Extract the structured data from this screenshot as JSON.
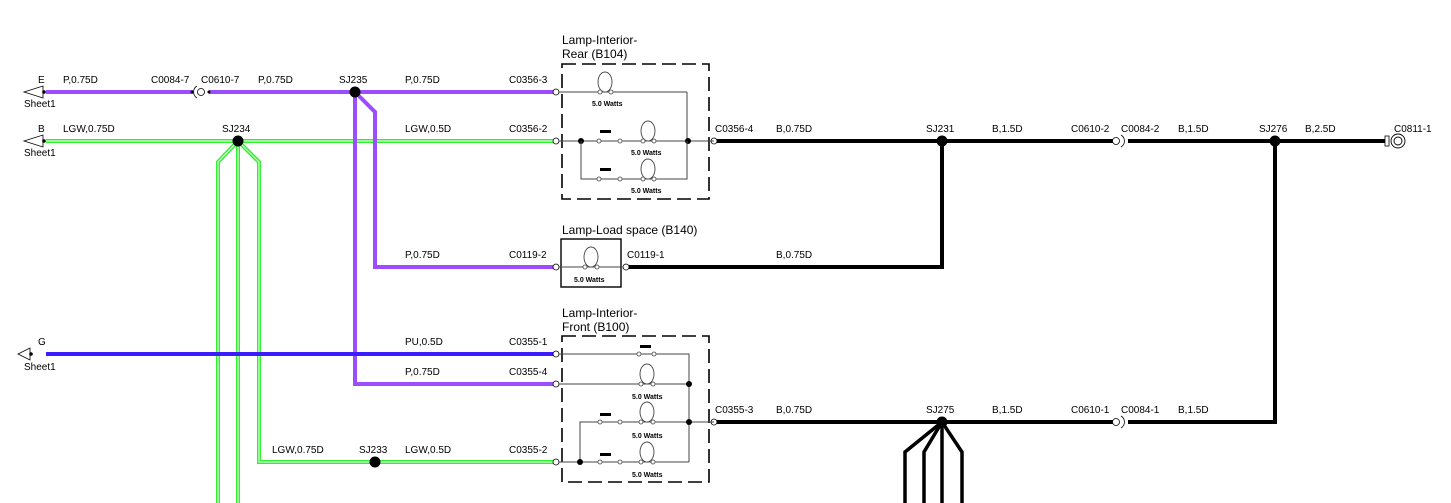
{
  "colors": {
    "purple": "#9b4dff",
    "green": "#33ee33",
    "blue": "#3b1cff",
    "black": "#000000"
  },
  "sheet_refs": [
    {
      "pin": "E",
      "sheet": "Sheet1"
    },
    {
      "pin": "B",
      "sheet": "Sheet1"
    },
    {
      "pin": "G",
      "sheet": "Sheet1"
    }
  ],
  "wires": {
    "e_p075": "P,0.75D",
    "e_p075_b": "P,0.75D",
    "sj235_p075": "P,0.75D",
    "b_lgw075": "LGW,0.75D",
    "lgw05_rear": "LGW,0.5D",
    "b0356_075": "B,0.75D",
    "sj231_15": "B,1.5D",
    "c0084_2_15": "B,1.5D",
    "sj276_25": "B,2.5D",
    "load_p075": "P,0.75D",
    "load_b075": "B,0.75D",
    "g_pu05": "PU,0.5D",
    "front_p075": "P,0.75D",
    "lgw075_sj233": "LGW,0.75D",
    "lgw05_front": "LGW,0.5D",
    "b0355_075": "B,0.75D",
    "sj275_15": "B,1.5D",
    "c0084_1_15": "B,1.5D"
  },
  "connectors": {
    "c0084_7": "C0084-7",
    "c0610_7": "C0610-7",
    "c0356_3": "C0356-3",
    "c0356_2": "C0356-2",
    "c0356_4": "C0356-4",
    "c0610_2": "C0610-2",
    "c0084_2": "C0084-2",
    "c0811_1": "C0811-1",
    "c0119_2": "C0119-2",
    "c0119_1": "C0119-1",
    "c0355_1": "C0355-1",
    "c0355_4": "C0355-4",
    "c0355_2": "C0355-2",
    "c0355_3": "C0355-3",
    "c0610_1": "C0610-1",
    "c0084_1": "C0084-1"
  },
  "splices": {
    "sj235": "SJ235",
    "sj234": "SJ234",
    "sj231": "SJ231",
    "sj276": "SJ276",
    "sj233": "SJ233",
    "sj275": "SJ275"
  },
  "components": {
    "rear": {
      "title_line1": "Lamp-Interior-",
      "title_line2": "Rear (B104)",
      "lamps": [
        "5.0 Watts",
        "5.0 Watts",
        "5.0 Watts"
      ]
    },
    "load": {
      "title": "Lamp-Load space (B140)",
      "lamps": [
        "5.0 Watts"
      ]
    },
    "front": {
      "title_line1": "Lamp-Interior-",
      "title_line2": "Front (B100)",
      "lamps": [
        "5.0 Watts",
        "5.0 Watts",
        "5.0 Watts"
      ]
    }
  }
}
